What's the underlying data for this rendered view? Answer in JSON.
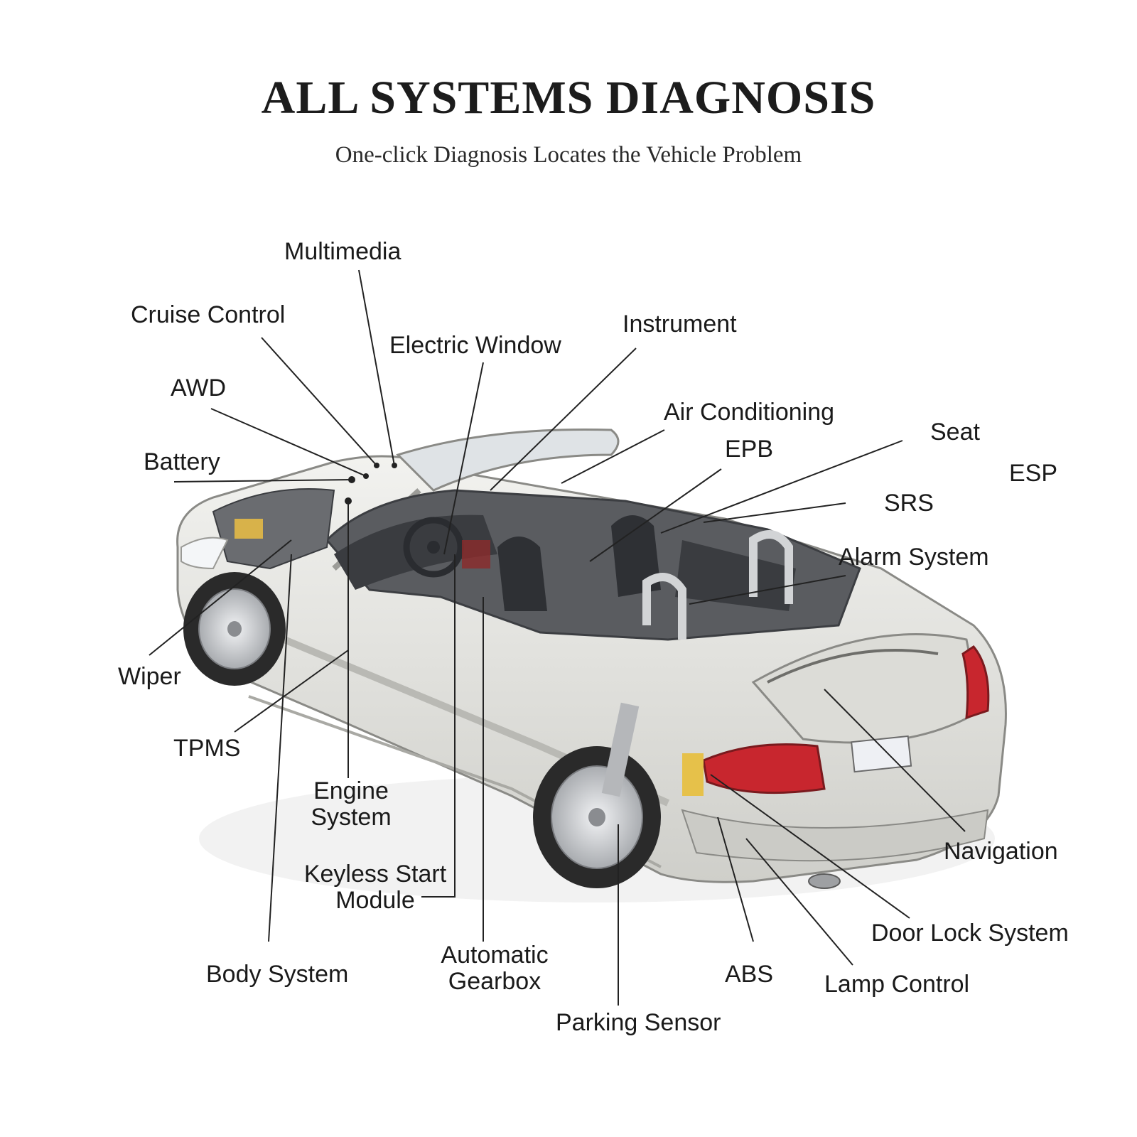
{
  "header": {
    "title": "ALL SYSTEMS DIAGNOSIS",
    "subtitle": "One-click Diagnosis Locates the Vehicle Problem"
  },
  "labels": {
    "multimedia": "Multimedia",
    "cruise_control": "Cruise Control",
    "electric_window": "Electric Window",
    "instrument": "Instrument",
    "awd": "AWD",
    "air_conditioning": "Air Conditioning",
    "seat": "Seat",
    "epb": "EPB",
    "esp": "ESP",
    "battery": "Battery",
    "srs": "SRS",
    "alarm_system": "Alarm System",
    "wiper": "Wiper",
    "tpms": "TPMS",
    "engine_system_line1": "Engine",
    "engine_system_line2": "System",
    "keyless_line1": "Keyless Start",
    "keyless_line2": "Module",
    "navigation": "Navigation",
    "door_lock_system": "Door Lock System",
    "body_system": "Body System",
    "gearbox_line1": "Automatic",
    "gearbox_line2": "Gearbox",
    "abs": "ABS",
    "lamp_control": "Lamp Control",
    "parking_sensor": "Parking Sensor"
  },
  "colors": {
    "body": "#e4e4e0",
    "outline": "#8a8a86",
    "interior": "#4a4c50",
    "tail_light": "#c8262e",
    "tire": "#2a2a2a",
    "rim": "#d5d7da",
    "leader_line": "#222222"
  }
}
